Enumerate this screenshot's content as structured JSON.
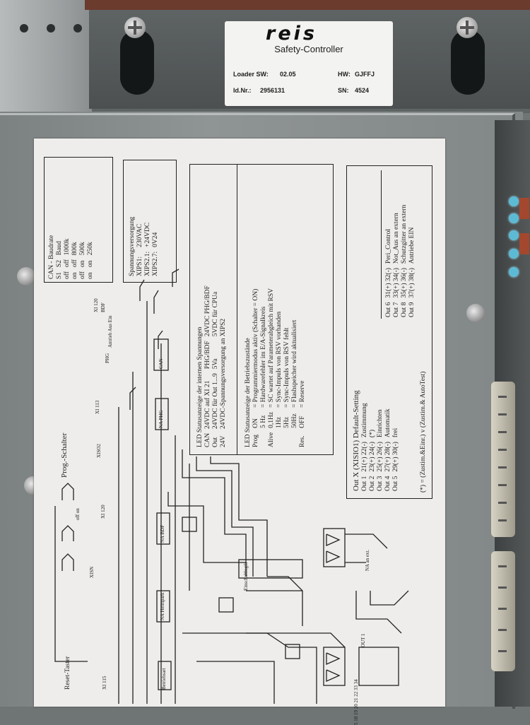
{
  "device_label": {
    "brand": "reis",
    "product": "Safety-Controller",
    "loader_sw_label": "Loader SW:",
    "loader_sw_value": "02.05",
    "hw_label": "HW:",
    "hw_value": "GJFFJ",
    "id_label": "Id.Nr.:",
    "id_value": "2956131",
    "sn_label": "SN:",
    "sn_value": "4524"
  },
  "can_box": {
    "title": "CAN - Baudrate",
    "header": [
      "S1",
      "S2",
      "Baud"
    ],
    "rows": [
      [
        "off",
        "off",
        "1000k"
      ],
      [
        "on",
        "off",
        "800k"
      ],
      [
        "off",
        "on",
        "500k"
      ],
      [
        "on",
        "on",
        "250k"
      ]
    ]
  },
  "power_box": {
    "title": "Spannungsversorgung",
    "rows": [
      [
        "XIPS1:",
        "230VAC"
      ],
      [
        "XIPS2.1:",
        "+24VDC"
      ],
      [
        "XIPS2.7:",
        "0V24"
      ]
    ]
  },
  "led_box": {
    "internal_title": "LED Statusanzeige der internen Spannungen",
    "internal_rows": [
      [
        "CAN",
        "24VDC auf XI 21",
        "PHG/BDF",
        "24VDC PHG/BDF"
      ],
      [
        "Out",
        "24VDC für Out 1...9",
        "5Va",
        "5VDC für CPUa"
      ],
      [
        "24V",
        "24VDC-Spannungsversorgung an XIPS2",
        "",
        ""
      ]
    ],
    "operating_title": "LED Statusanzeige der Betriebszustände",
    "operating_rows": [
      [
        "Prog",
        "ON",
        "= Programmiermodus aktiv  (Schalter = ON)"
      ],
      [
        "",
        "5 Hz",
        "= Hardwarefehler im E/A-Signalkreis"
      ],
      [
        "Alive",
        "0,1Hz",
        "= SC wartet auf Parameterabgleich mit RSV"
      ],
      [
        "",
        "1Hz",
        "= Sync-Impuls von RSV vorhanden"
      ],
      [
        "",
        "5Hz",
        "= Sync-Impuls von RSV fehlt"
      ],
      [
        "",
        "50Hz",
        "= Flashspeicher wird aktualisiert"
      ],
      [
        "Res.",
        "OFF",
        "= Reserve"
      ]
    ]
  },
  "default_box": {
    "title": "Out X (XISIO1) Default-Setting",
    "left": [
      [
        "Out 1",
        "21(+)  22(-)",
        "Zustimmung"
      ],
      [
        "Out 2",
        "23(+)  24(-)",
        "(*)"
      ],
      [
        "Out 3",
        "25(+)  26(-)",
        "Einrichten"
      ],
      [
        "Out 4",
        "27(+)  28(-)",
        "Automatik"
      ],
      [
        "Out 5",
        "29(+)  30(-)",
        "frei"
      ]
    ],
    "right": [
      [
        "Out 6",
        "31(+)  32(-)",
        "Peri_Control"
      ],
      [
        "Out 7",
        "33(+)  34(-)",
        "Not_Aus an extern"
      ],
      [
        "Out 8",
        "35(+)  36(-)",
        "Schutzgitter an extern"
      ],
      [
        "Out 9",
        "37(+)  38(-)",
        "Antriebe EIN"
      ]
    ],
    "note": "(*) = (Zustim.&Einr.) v (Zustim.& AutoTest)"
  },
  "schematic": {
    "reset_label": "Reset-Taster",
    "prog_label": "Prog.-Schalter",
    "off_on": [
      "off",
      "on"
    ],
    "connectors": [
      "XISN",
      "XI 120",
      "XISO2",
      "XI 113",
      "PHG",
      "XI 120",
      "BDF"
    ],
    "blocks": [
      "NA PHG",
      "CAN",
      "NA BDF",
      "NA Heimpark",
      "Einschaltlogik",
      "Betriebsart"
    ],
    "antrieb_labels": [
      "Antrieb",
      "Aus",
      "Ein"
    ],
    "na_ext": "NA an ext.",
    "out_label": "OUT 1",
    "xi_label": "XI 115",
    "numbers": [
      "5",
      "18",
      "19",
      "20",
      "21",
      "22",
      "33",
      "34"
    ]
  }
}
